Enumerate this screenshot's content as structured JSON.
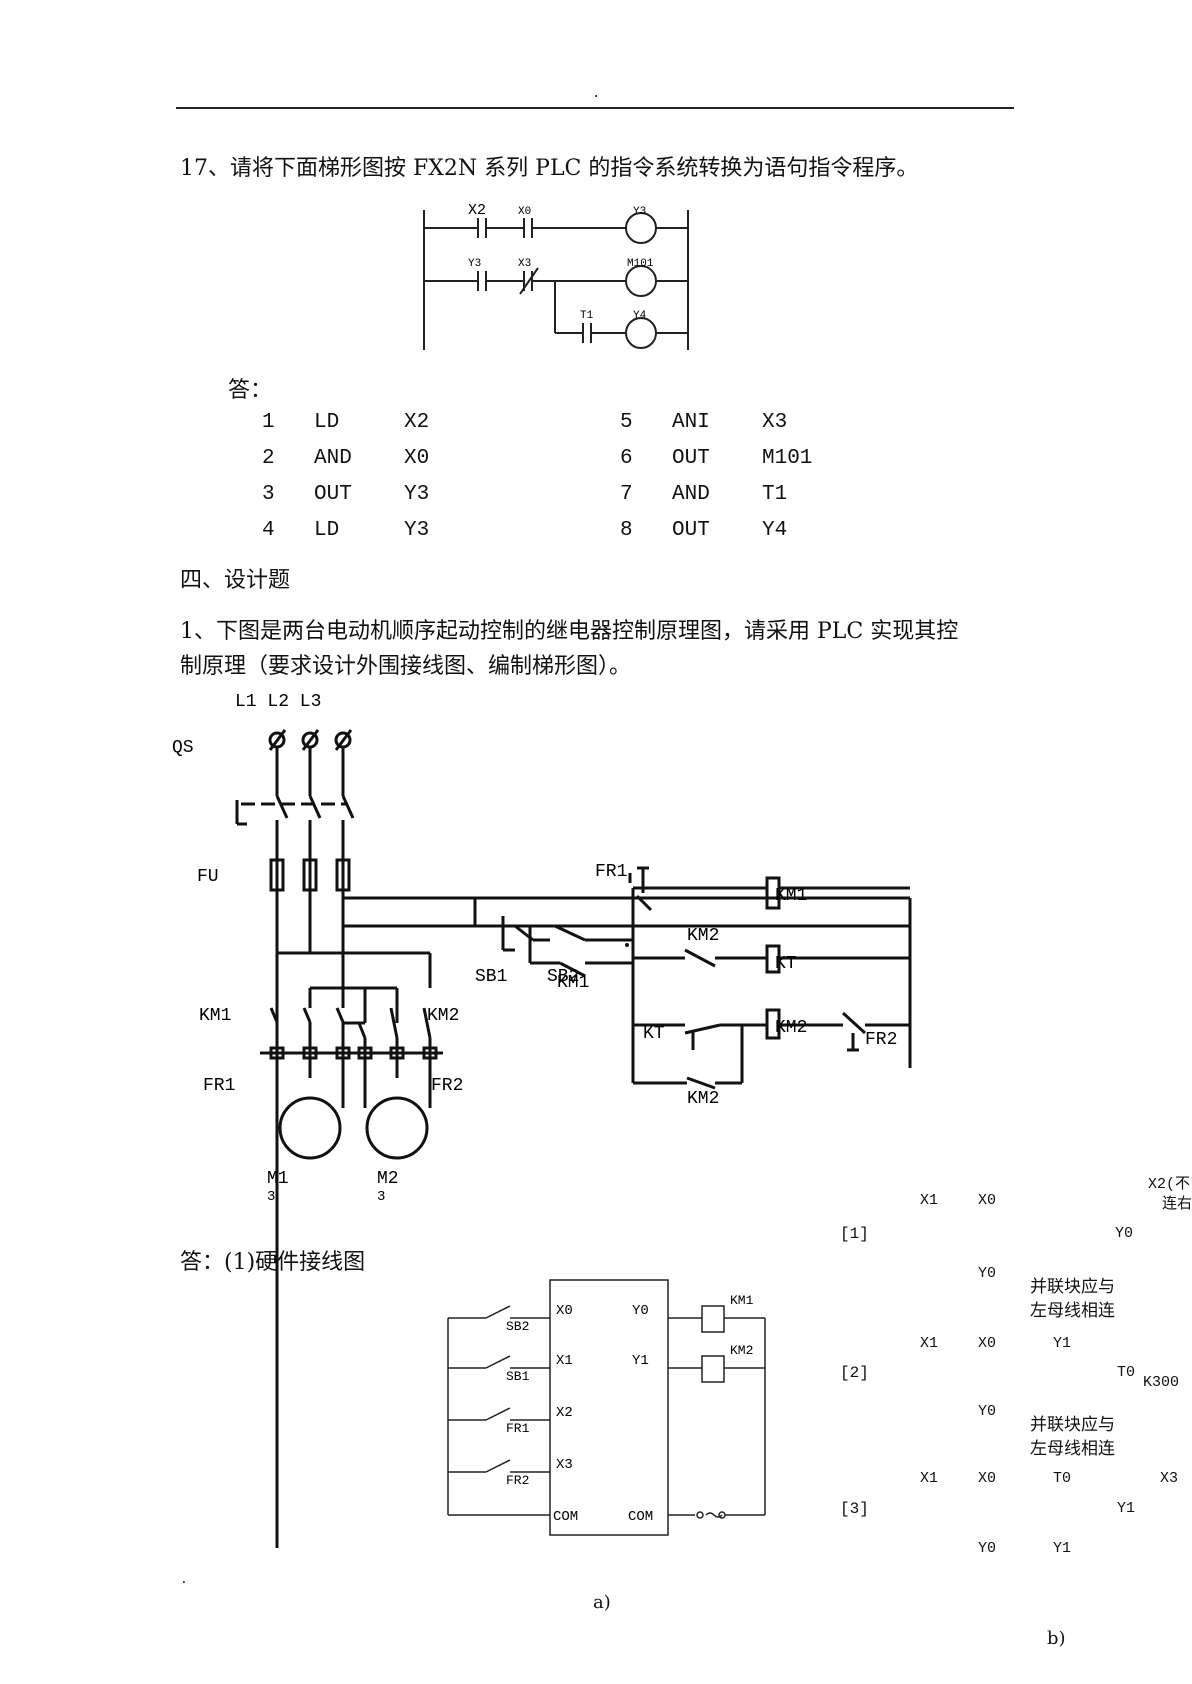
{
  "header": {
    "dot": "."
  },
  "q17": {
    "title": "17、请将下面梯形图按 FX2N 系列 PLC 的指令系统转换为语句指令程序。",
    "ladder_labels": {
      "x2": "X2",
      "x0": "X0",
      "y3_coil": "Y3",
      "y3": "Y3",
      "x3": "X3",
      "m101": "M101",
      "t1": "T1",
      "y4": "Y4"
    },
    "answer_label": "答：",
    "program": [
      {
        "n": "1",
        "op": "LD",
        "arg": "X2"
      },
      {
        "n": "2",
        "op": "AND",
        "arg": "X0"
      },
      {
        "n": "3",
        "op": "OUT",
        "arg": "Y3"
      },
      {
        "n": "4",
        "op": "LD",
        "arg": "Y3"
      },
      {
        "n": "5",
        "op": "ANI",
        "arg": "X3"
      },
      {
        "n": "6",
        "op": "OUT",
        "arg": "M101"
      },
      {
        "n": "7",
        "op": "AND",
        "arg": "T1"
      },
      {
        "n": "8",
        "op": "OUT",
        "arg": "Y4"
      }
    ]
  },
  "section4": {
    "title": "四、设计题"
  },
  "q1": {
    "line1": "1、下图是两台电动机顺序起动控制的继电器控制原理图，请采用 PLC 实现其控",
    "line2": "制原理（要求设计外围接线图、编制梯形图）。"
  },
  "circuit": {
    "phases": "L1 L2 L3",
    "qs": "QS",
    "fu": "FU",
    "fr1_top": "FR1",
    "km1_left": "KM1",
    "km2_left": "KM2",
    "fr1_left": "FR1",
    "fr2_left": "FR2",
    "m1": "M1",
    "m1_sub": "3",
    "m2": "M2",
    "m2_sub": "3",
    "sb1": "SB1",
    "sb2": "SB2",
    "km1_contact": "KM1",
    "km2_contact": "KM2",
    "kt_contact": "KT",
    "km2_hold": "KM2",
    "coil_km1": "KM1",
    "coil_kt": "KT",
    "coil_km2": "KM2",
    "fr2_contact": "FR2",
    "dot": "."
  },
  "answer": {
    "title": "答：(1)硬件接线图",
    "wiring": {
      "sb2": "SB2",
      "sb1": "SB1",
      "fr1": "FR1",
      "fr2": "FR2",
      "in_x0": "X0",
      "in_x1": "X1",
      "in_x2": "X2",
      "in_x3": "X3",
      "in_com": "COM",
      "out_y0": "Y0",
      "out_y1": "Y1",
      "out_com": "COM",
      "km1": "KM1",
      "km2": "KM2"
    },
    "caption_a": "a)",
    "footer_dot": "."
  },
  "ladder_b": {
    "x2_note_1": "X2(不",
    "x2_note_2": "连右",
    "r1": {
      "idx": "[1]",
      "x1": "X1",
      "x0": "X0",
      "y0_coil": "Y0",
      "y0": "Y0",
      "note1": "并联块应与",
      "note2": "左母线相连"
    },
    "r2": {
      "idx": "[2]",
      "x1": "X1",
      "x0": "X0",
      "y1": "Y1",
      "t0": "T0",
      "k": "K300",
      "y0": "Y0",
      "note1": "并联块应与",
      "note2": "左母线相连"
    },
    "r3": {
      "idx": "[3]",
      "x1": "X1",
      "x0": "X0",
      "t0": "T0",
      "x3": "X3",
      "y1_coil": "Y1",
      "y0": "Y0",
      "y1": "Y1"
    },
    "caption_b": "b)"
  }
}
